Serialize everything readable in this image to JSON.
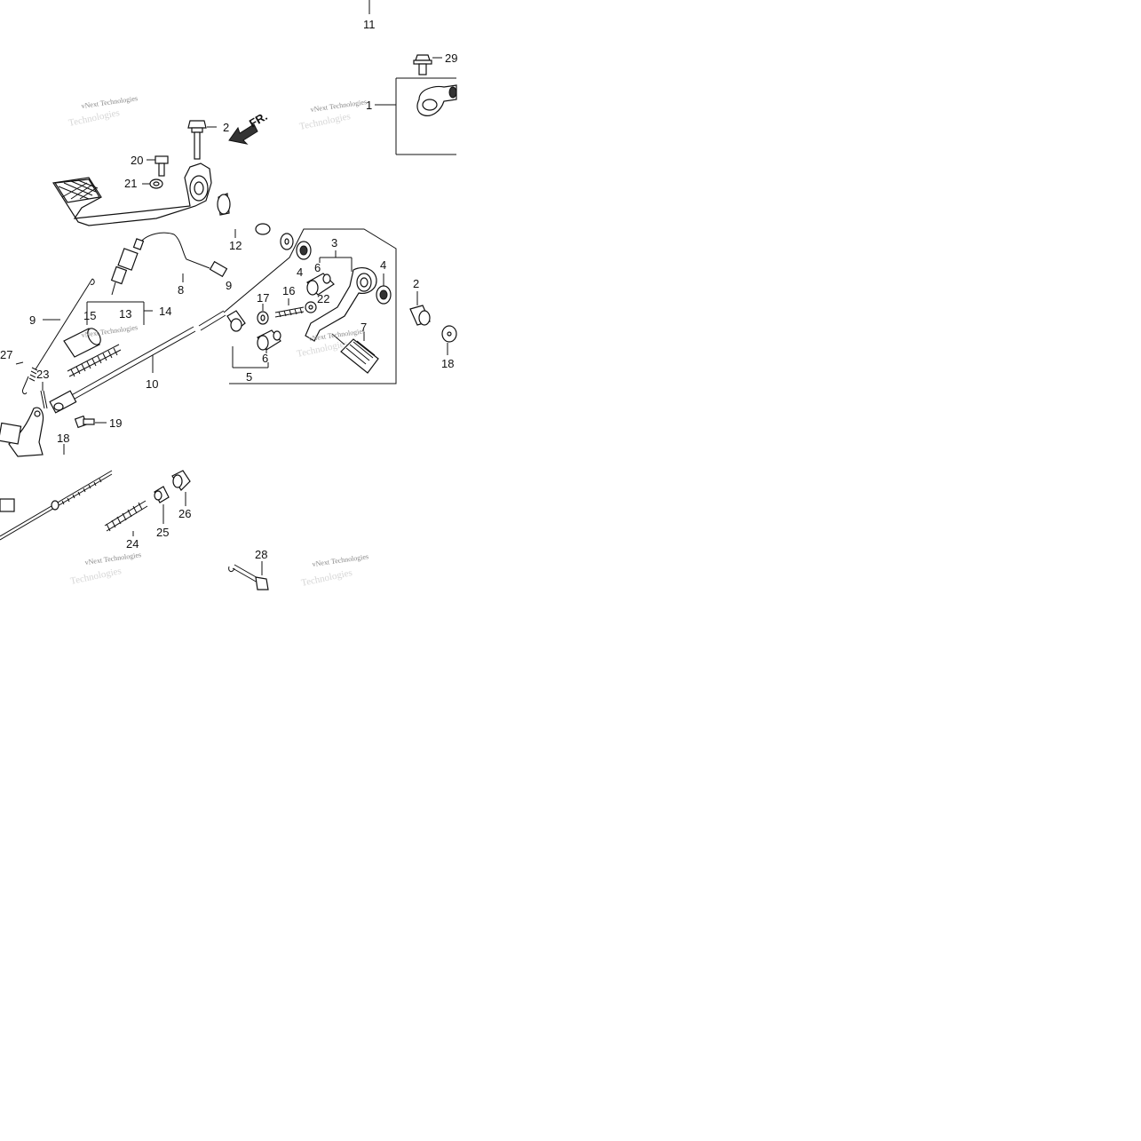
{
  "callouts": {
    "c11": "11",
    "c29": "29",
    "c1": "1",
    "c2a": "2",
    "c20": "20",
    "c21": "21",
    "c12": "12",
    "c3": "3",
    "c4a": "4",
    "c4b": "4",
    "c6a": "6",
    "c2b": "2",
    "c22": "22",
    "c16": "16",
    "c17": "17",
    "c8": "8",
    "c9a": "9",
    "c9b": "9",
    "c15": "15",
    "c13": "13",
    "c14": "14",
    "c7": "7",
    "c18a": "18",
    "c27": "27",
    "c23": "23",
    "c10": "10",
    "c6b": "6",
    "c5": "5",
    "c19": "19",
    "c18b": "18",
    "c26": "26",
    "c25": "25",
    "c24": "24",
    "c28": "28"
  },
  "arrow": {
    "label": "FR."
  },
  "watermarks": {
    "w1": "vNext Technologies",
    "w2": "vNext Technologies",
    "w3": "vNext Technologies",
    "w4": "vNext Technologies",
    "w5": "vNext Technologies",
    "w6": "vNext Technologies"
  }
}
